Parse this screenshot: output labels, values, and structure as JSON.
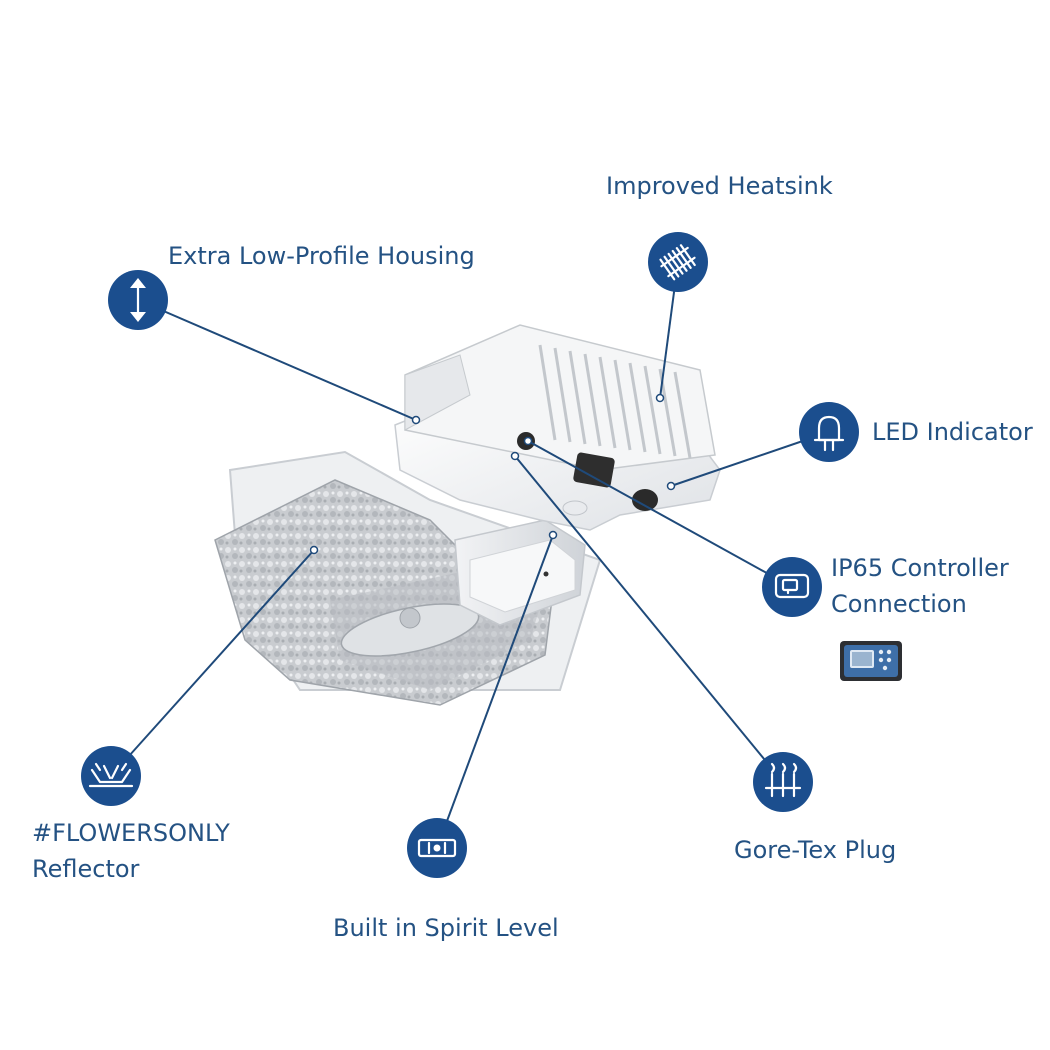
{
  "callouts": {
    "heatsink": {
      "label": "Improved Heatsink",
      "icon": "heatsink-icon"
    },
    "housing": {
      "label": "Extra Low-Profile Housing",
      "icon": "up-down-arrow-icon"
    },
    "led": {
      "label": "LED Indicator",
      "icon": "led-bulb-icon"
    },
    "controller": {
      "label_line1": "IP65 Controller",
      "label_line2": "Connection",
      "icon": "controller-port-icon"
    },
    "reflector": {
      "label_line1": "#FLOWERSONLY",
      "label_line2": "Reflector",
      "icon": "reflector-icon"
    },
    "level": {
      "label": "Built in Spirit Level",
      "icon": "spirit-level-icon"
    },
    "goretex": {
      "label": "Gore-Tex Plug",
      "icon": "gore-tex-vent-icon"
    }
  },
  "colors": {
    "text": "#245283",
    "icon": "#1b4e8e",
    "line": "#1f4a7a"
  }
}
